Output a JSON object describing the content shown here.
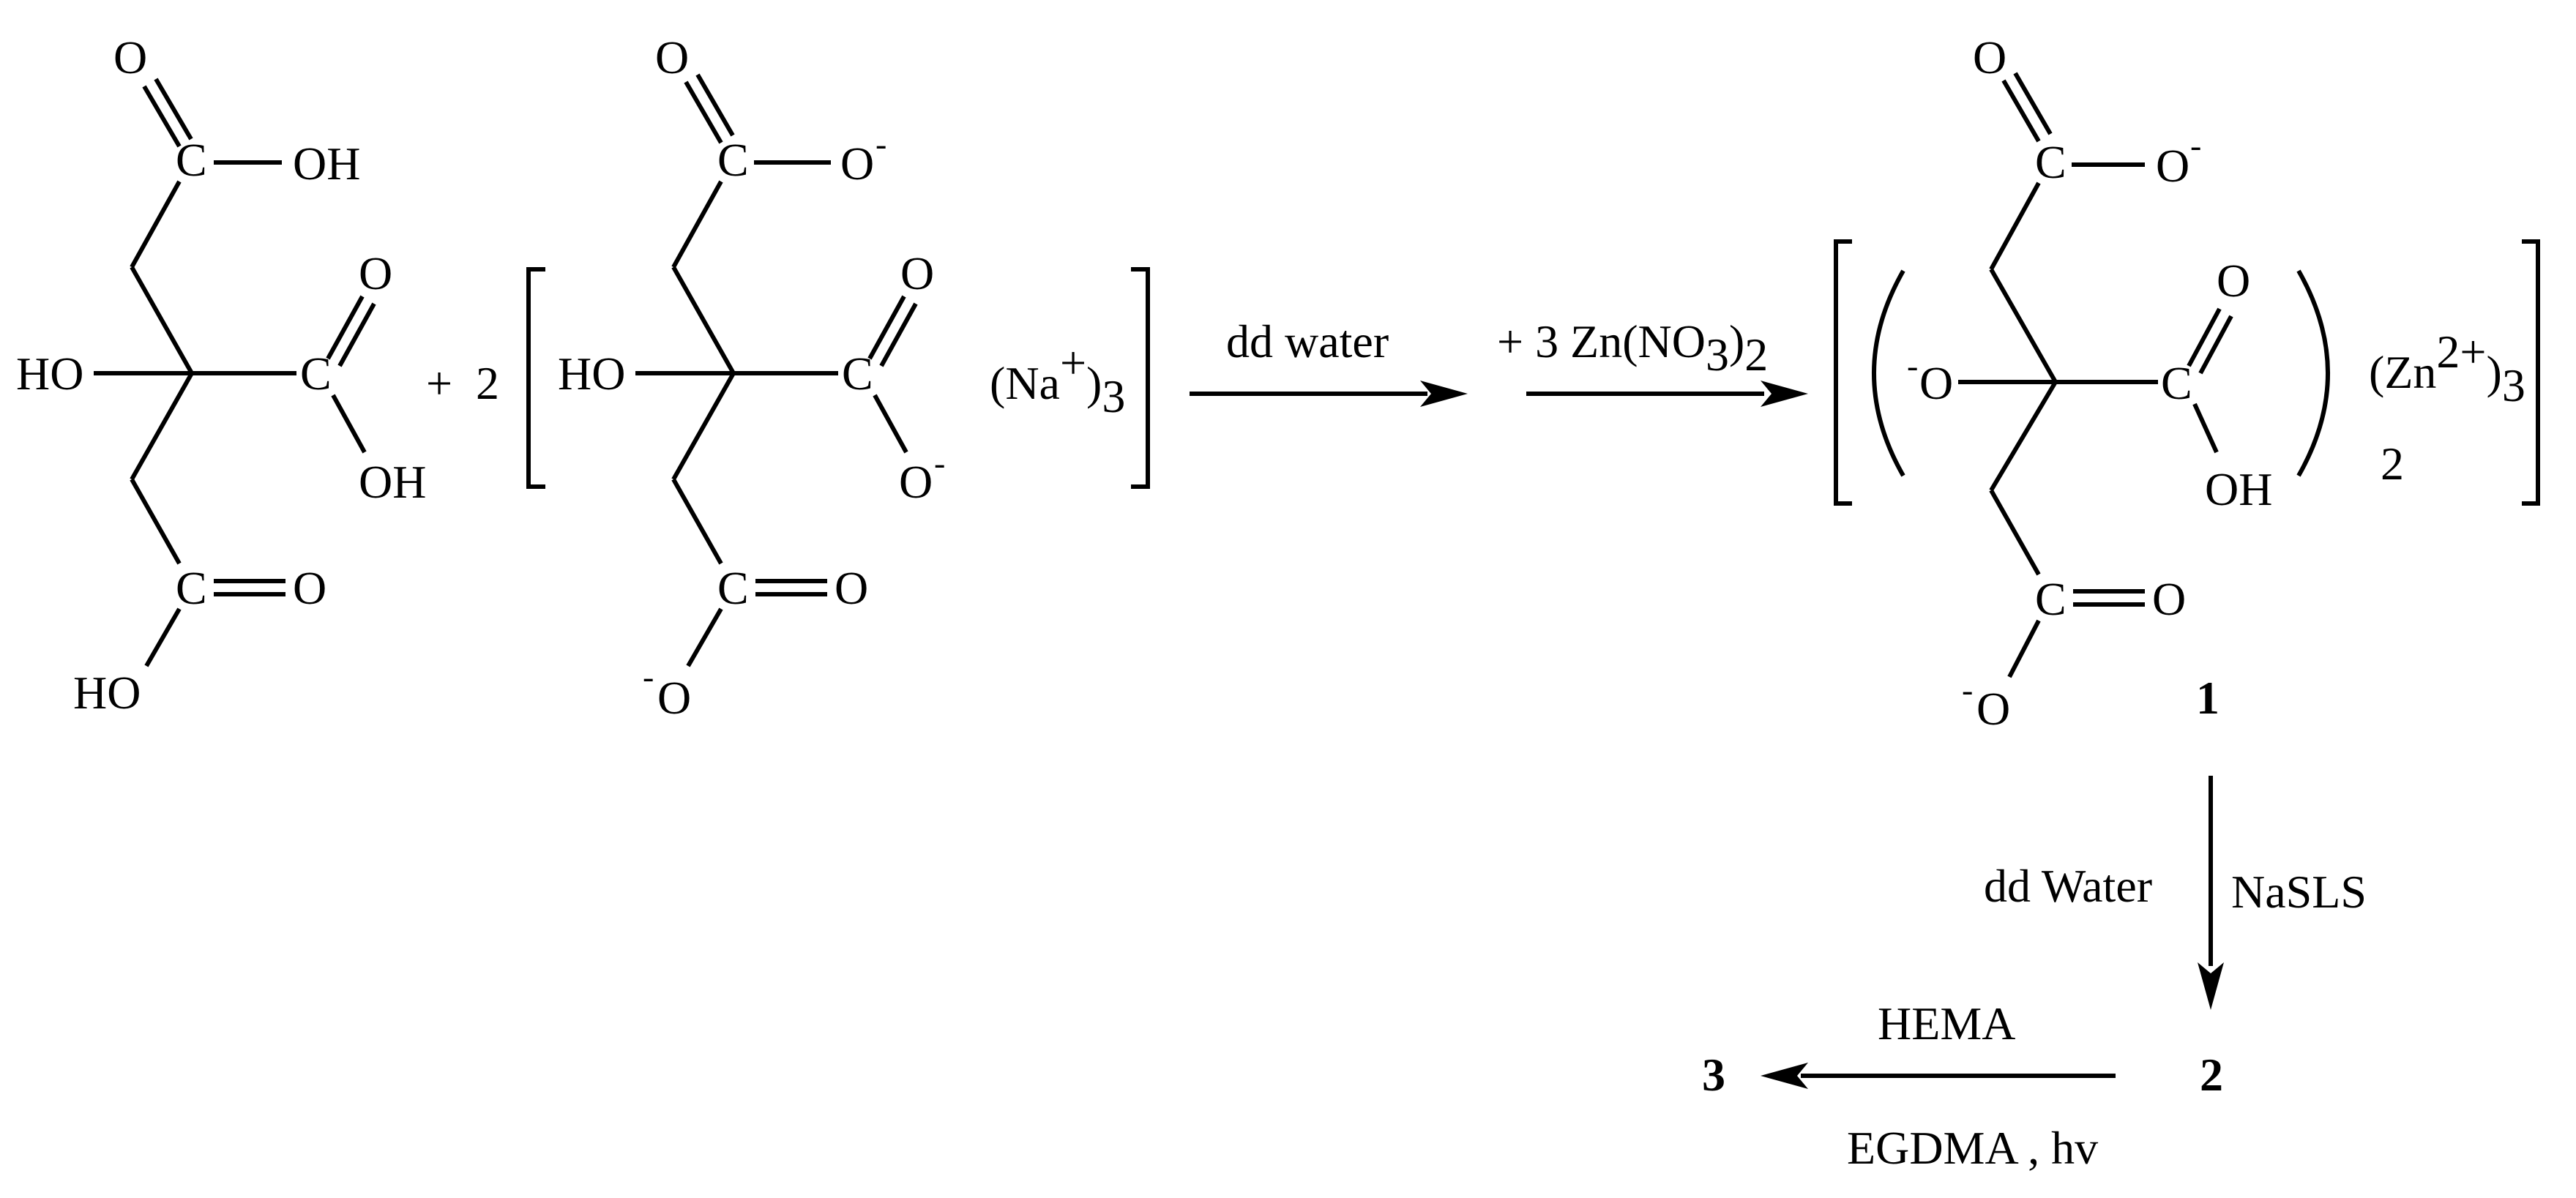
{
  "citric_acid": {
    "top_o": "O",
    "top_c": "C",
    "top_oh": "OH",
    "ho": "HO",
    "mid_c": "C",
    "mid_o": "O",
    "mid_oh": "OH",
    "bot_c": "C",
    "bot_o": "O",
    "bot_ho": "HO"
  },
  "plus_two": "+",
  "coefficient_two": "2",
  "sodium_citrate": {
    "top_o": "O",
    "top_c": "C",
    "top_o_minus": "O",
    "minus_sign": "-",
    "ho": "HO",
    "mid_c": "C",
    "mid_o": "O",
    "mid_o_minus": "O",
    "bot_c": "C",
    "bot_o": "O",
    "bot_o_minus": "O",
    "counterion": "(Na",
    "counterion_charge": "+",
    "counterion_close": ")",
    "counterion_sub": "3"
  },
  "step1": {
    "reagent": "dd water"
  },
  "step2": {
    "reagent_prefix": "+ 3 Zn(NO",
    "reagent_sub3": "3",
    "reagent_close": ")",
    "reagent_sub2": "2"
  },
  "product1": {
    "top_o": "O",
    "top_c": "C",
    "top_o_minus": "O",
    "o_minus": "O",
    "mid_c": "C",
    "mid_o": "O",
    "mid_oh": "OH",
    "bot_c": "C",
    "bot_o": "O",
    "bot_o_minus": "O",
    "ligand_count": "2",
    "counterion": "(Zn",
    "counterion_charge": "2+",
    "counterion_close": ")",
    "counterion_sub": "3",
    "label": "1"
  },
  "step3": {
    "left_reagent": "dd Water",
    "right_reagent": "NaSLS"
  },
  "product2_label": "2",
  "step4": {
    "reagent_top": "HEMA",
    "reagent_bottom": "EGDMA , hv"
  },
  "product3_label": "3"
}
